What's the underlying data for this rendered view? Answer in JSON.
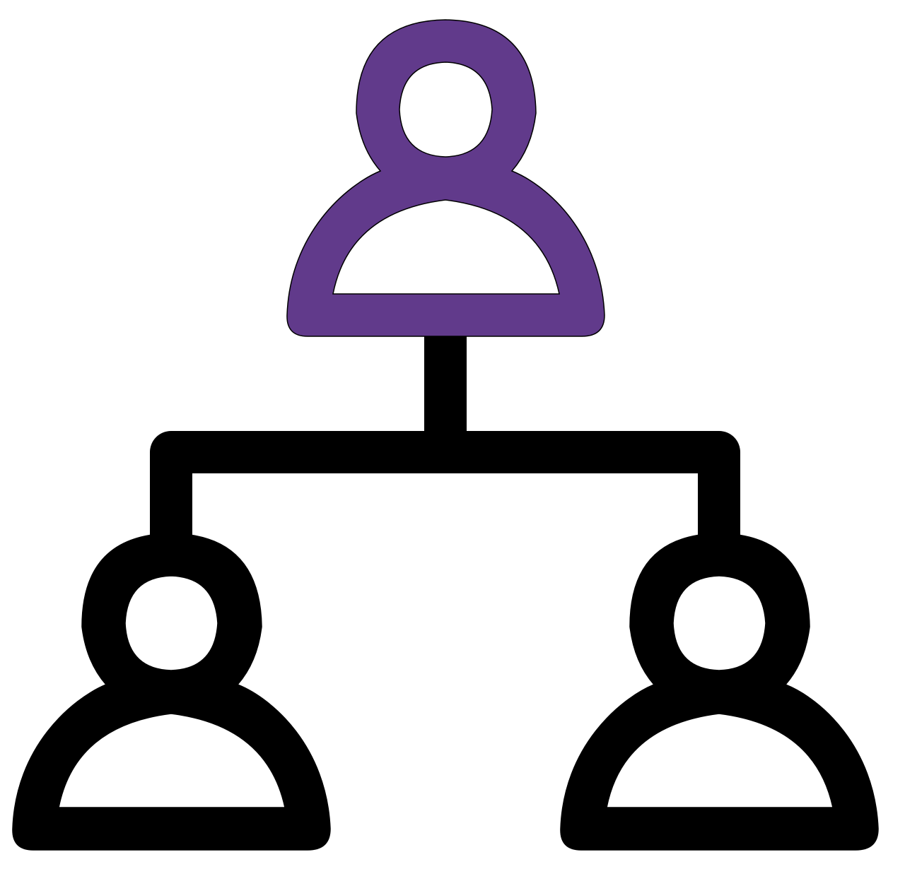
{
  "diagram": {
    "type": "org-chart-icon",
    "nodes": [
      {
        "id": "top-person",
        "icon": "person-icon",
        "role": "parent"
      },
      {
        "id": "bottom-left-person",
        "icon": "person-icon",
        "role": "child"
      },
      {
        "id": "bottom-right-person",
        "icon": "person-icon",
        "role": "child"
      }
    ],
    "edges": [
      {
        "from": "top-person",
        "to": "bottom-left-person"
      },
      {
        "from": "top-person",
        "to": "bottom-right-person"
      }
    ]
  },
  "colors": {
    "background": "#ffffff",
    "parent": "#613a8b",
    "child": "#000000",
    "connector": "#000000",
    "outline": "#000000"
  }
}
